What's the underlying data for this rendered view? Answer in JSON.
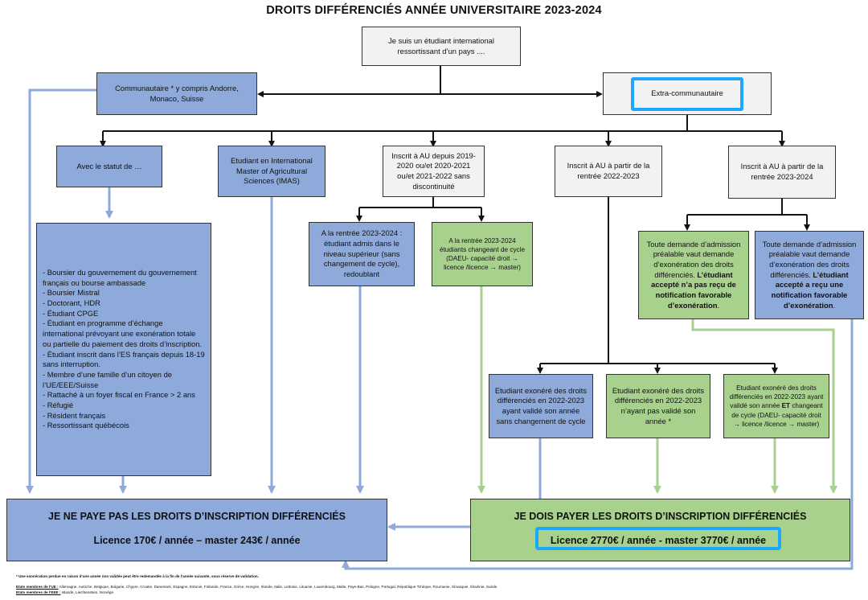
{
  "title": "DROITS DIFFÉRENCIÉS ANNÉE UNIVERSITAIRE 2023-2024",
  "nodes": {
    "root": "Je suis un étudiant international ressortissant d’un pays ....",
    "communautaire": "Communautaire * y compris Andorre, Monaco, Suisse",
    "extra": "Extra-communautaire",
    "statut": "Avec le statut de …",
    "imas": "Etudiant en International Master of Agricultural Sciences (IMAS)",
    "au2019": "Inscrit à AU depuis 2019-2020 ou/et 2020-2021 ou/et 2021-2022 sans discontinuité",
    "au2022": "Inscrit à AU à partir de la rentrée 2022-2023",
    "au2023": "Inscrit à AU à partir de la rentrée 2023-2024",
    "boursier_lines": [
      "- Boursier du gouvernement du gouvernement français ou bourse ambassade",
      "- Boursier Mistral",
      "- Doctorant, HDR",
      "- Étudiant CPGE",
      "- Étudiant en programme d’échange international prévoyant une exonération totale ou partielle du paiement des droits d’inscription.",
      "- Étudiant inscrit dans l’ES français depuis 18-19 sans interruption.",
      "- Membre d’une famille d’un citoyen de l’UE/EEE/Suisse",
      "- Rattaché à un foyer fiscal en France > 2 ans",
      "- Réfugié",
      "- Résident français",
      "- Ressortissant québécois"
    ],
    "admis": "A la rentrée 2023-2024 : étudiant admis dans le niveau supérieur (sans changement de cycle), redoublant",
    "changeant": "A la rentrée 2023-2024 étudiants changeant de cycle (DAEU- capacité droit → licence /licence → master)",
    "demande_pas_prefix": "Toute demande d’admission préalable vaut demande d’exonération des droits différenciés. ",
    "demande_pas_bold": "L’étudiant accepté n’a pas reçu de notification favorable d’exonération",
    "demande_recu_prefix": "Toute demande d’admission préalable vaut demande d’exonération des droits différenciés. ",
    "demande_recu_bold": "L’étudiant accepté a reçu une notification favorable d’exonération",
    "exo_valide": "Etudiant exonéré des droits différenciés en 2022-2023 ayant validé son année sans changement de cycle",
    "exo_non": "Etudiant exonéré des droits différenciés en 2022-2023 n’ayant pas validé son année *",
    "exo_change_pre": "Etudiant exonéré des droits différenciés en 2022-2023 ayant validé son année ",
    "exo_change_et": "ET",
    "exo_change_post": " changeant de cycle (DAEU- capacité droit → licence /licence → master)"
  },
  "results": {
    "ne_paye_pas": {
      "title": "JE NE PAYE PAS LES DROITS D’INSCRIPTION DIFFÉRENCIÉS",
      "amounts": "Licence 170€ / année – master 243€ / année"
    },
    "dois_payer": {
      "title": "JE DOIS PAYER LES DROITS D’INSCRIPTION DIFFÉRENCIÉS",
      "amounts": "Licence 2770€ / année - master 3770€ / année"
    }
  },
  "footnotes": {
    "note": "* Une exonération perdue en raison d’une année non validée peut être redemandée à la fin de l’année suivante, sous réserve de validation.",
    "ue_label": "Etats membres de l’UE :",
    "ue_list": " Allemagne, Autriche, Belgique, Bulgarie, Chypre, Croatie, Danemark, Espagne, Estonie, Finlande, France, Grèce, Hongrie, Irlande, Italie, Lettonie, Lituanie, Luxembourg, Malte, Pays-Bas, Pologne, Portugal, République Tchèque, Roumanie, Slovaquie, Slovénie, Suède.",
    "eee_label": "Etats membres de l’EEE :",
    "eee_list": " Islande, Liechtenstein, Norvège."
  },
  "colors": {
    "blue_box": "#8eaadb",
    "green_box": "#a9d18e",
    "gray_box": "#f2f2f2",
    "highlight": "#1ea7ff",
    "blue_line": "#8eaadb",
    "green_line": "#a9d18e"
  }
}
